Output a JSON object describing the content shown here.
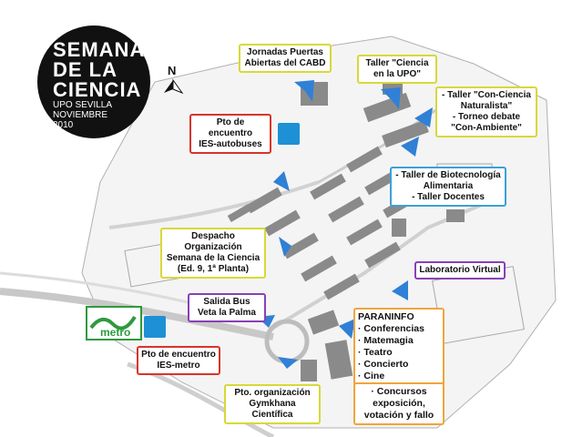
{
  "logo": {
    "line1": "SEMANA",
    "line2": "DE LA",
    "line3": "CIENCIA",
    "line4": "UPO SEVILLA",
    "line5": "NOVIEMBRE",
    "line6": "2010"
  },
  "compass": {
    "label": "N"
  },
  "metro_logo": {
    "label": "metro"
  },
  "labels": {
    "jornadas": [
      "Jornadas Puertas",
      "Abiertas del CABD"
    ],
    "taller_ciencia": [
      "Taller \"Ciencia",
      "en la UPO\""
    ],
    "taller_conciencia": [
      "- Taller \"Con-Ciencia",
      "Naturalista\"",
      "- Torneo debate",
      "\"Con-Ambiente\""
    ],
    "pto_autobuses": [
      "Pto de encuentro",
      "IES-autobuses"
    ],
    "taller_biotec": [
      "- Taller de Biotecnología",
      "Alimentaria",
      "- Taller Docentes"
    ],
    "despacho": [
      "Despacho Organización",
      "Semana de la Ciencia",
      "(Ed. 9, 1ª Planta)"
    ],
    "laboratorio": [
      "Laboratorio Virtual"
    ],
    "salida_bus": [
      "Salida Bus",
      "Veta la Palma"
    ],
    "pto_metro": [
      "Pto de encuentro",
      "IES-metro"
    ],
    "paraninfo": [
      "PARANINFO",
      "· Conferencias",
      "· Matemagia",
      "· Teatro",
      "· Concierto",
      "· Cine"
    ],
    "concursos": [
      "· Concursos",
      "exposición,",
      "votación y fallo"
    ],
    "gymkhana": [
      "Pto. organización",
      "Gymkhana Científica"
    ]
  },
  "colors": {
    "yellow": "#d8d83a",
    "red": "#d9342b",
    "blue": "#3aa0d8",
    "purple": "#8a3fb8",
    "orange": "#f0a53c",
    "arrow": "#2f80d6",
    "building": "#8a8a8a",
    "road": "#c8c8c8",
    "metro_green": "#2e9a3e"
  }
}
